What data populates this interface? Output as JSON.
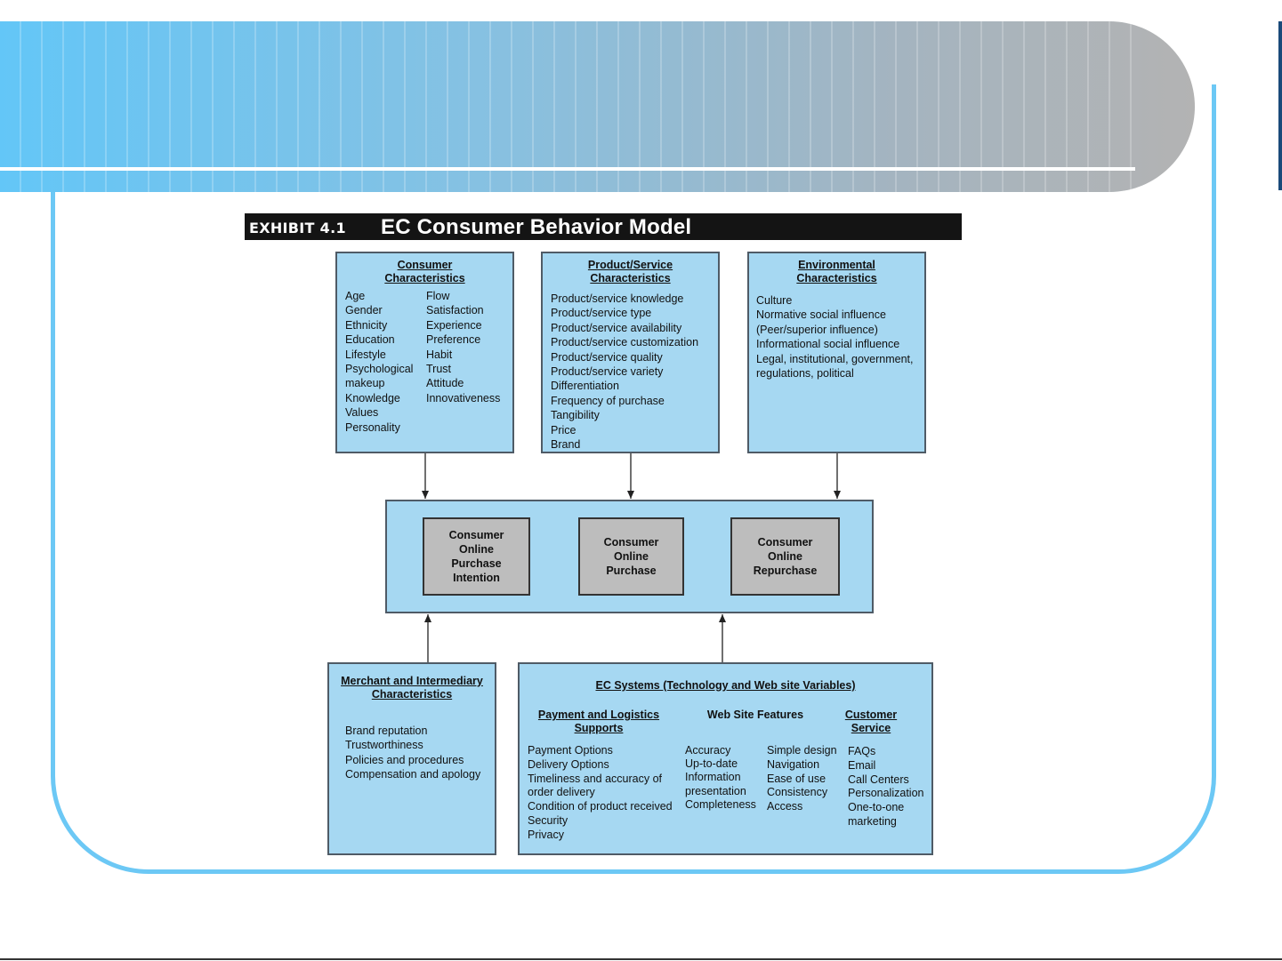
{
  "exhibit": {
    "label": "EXHIBIT 4.1",
    "title": "EC Consumer Behavior Model"
  },
  "consumer": {
    "heading": [
      "Consumer",
      "Characteristics"
    ],
    "col1": [
      "Age",
      "Gender",
      "Ethnicity",
      "Education",
      "Lifestyle",
      "Psychological",
      "makeup",
      "Knowledge",
      "Values",
      "Personality"
    ],
    "col2": [
      "Flow",
      "Satisfaction",
      "Experience",
      "Preference",
      "Habit",
      "Trust",
      "Attitude",
      "Innovativeness"
    ]
  },
  "product": {
    "heading": [
      "Product/Service",
      "Characteristics"
    ],
    "items": [
      "Product/service knowledge",
      "Product/service type",
      "Product/service availability",
      "Product/service customization",
      "Product/service quality",
      "Product/service variety",
      "Differentiation",
      "Frequency of purchase",
      "Tangibility",
      "Price",
      "Brand"
    ]
  },
  "environment": {
    "heading": [
      "Environmental",
      "Characteristics"
    ],
    "items": [
      "Culture",
      "Normative social influence",
      "(Peer/superior influence)",
      "Informational social influence",
      "Legal, institutional, government,",
      "regulations, political"
    ]
  },
  "stages": [
    {
      "lines": [
        "Consumer",
        "Online",
        "Purchase",
        "Intention"
      ]
    },
    {
      "lines": [
        "Consumer",
        "Online",
        "Purchase"
      ]
    },
    {
      "lines": [
        "Consumer",
        "Online",
        "Repurchase"
      ]
    }
  ],
  "merchant": {
    "heading": [
      "Merchant and Intermediary",
      "Characteristics"
    ],
    "items": [
      "Brand reputation",
      "Trustworthiness",
      "Policies and procedures",
      "Compensation and apology"
    ]
  },
  "ec_systems": {
    "heading": "EC Systems (Technology and Web site Variables)",
    "payment": {
      "heading": [
        "Payment and Logistics",
        "Supports"
      ],
      "items": [
        "Payment Options",
        "Delivery Options",
        "Timeliness and accuracy of",
        "order delivery",
        "Condition of product received",
        "Security",
        "Privacy"
      ]
    },
    "web": {
      "heading": "Web Site Features",
      "col1": [
        "Accuracy",
        "Up-to-date",
        "Information",
        "presentation",
        "Completeness"
      ],
      "col2": [
        "Simple design",
        "Navigation",
        "Ease of use",
        "Consistency",
        "Access"
      ]
    },
    "service": {
      "heading": [
        "Customer",
        "Service"
      ],
      "items": [
        "FAQs",
        "Email",
        "Call Centers",
        "Personalization",
        "One-to-one",
        "marketing"
      ]
    }
  },
  "colors": {
    "box_fill": "#a6d8f2",
    "stage_fill": "#bdbdbd",
    "frame": "#6cc8f5"
  }
}
